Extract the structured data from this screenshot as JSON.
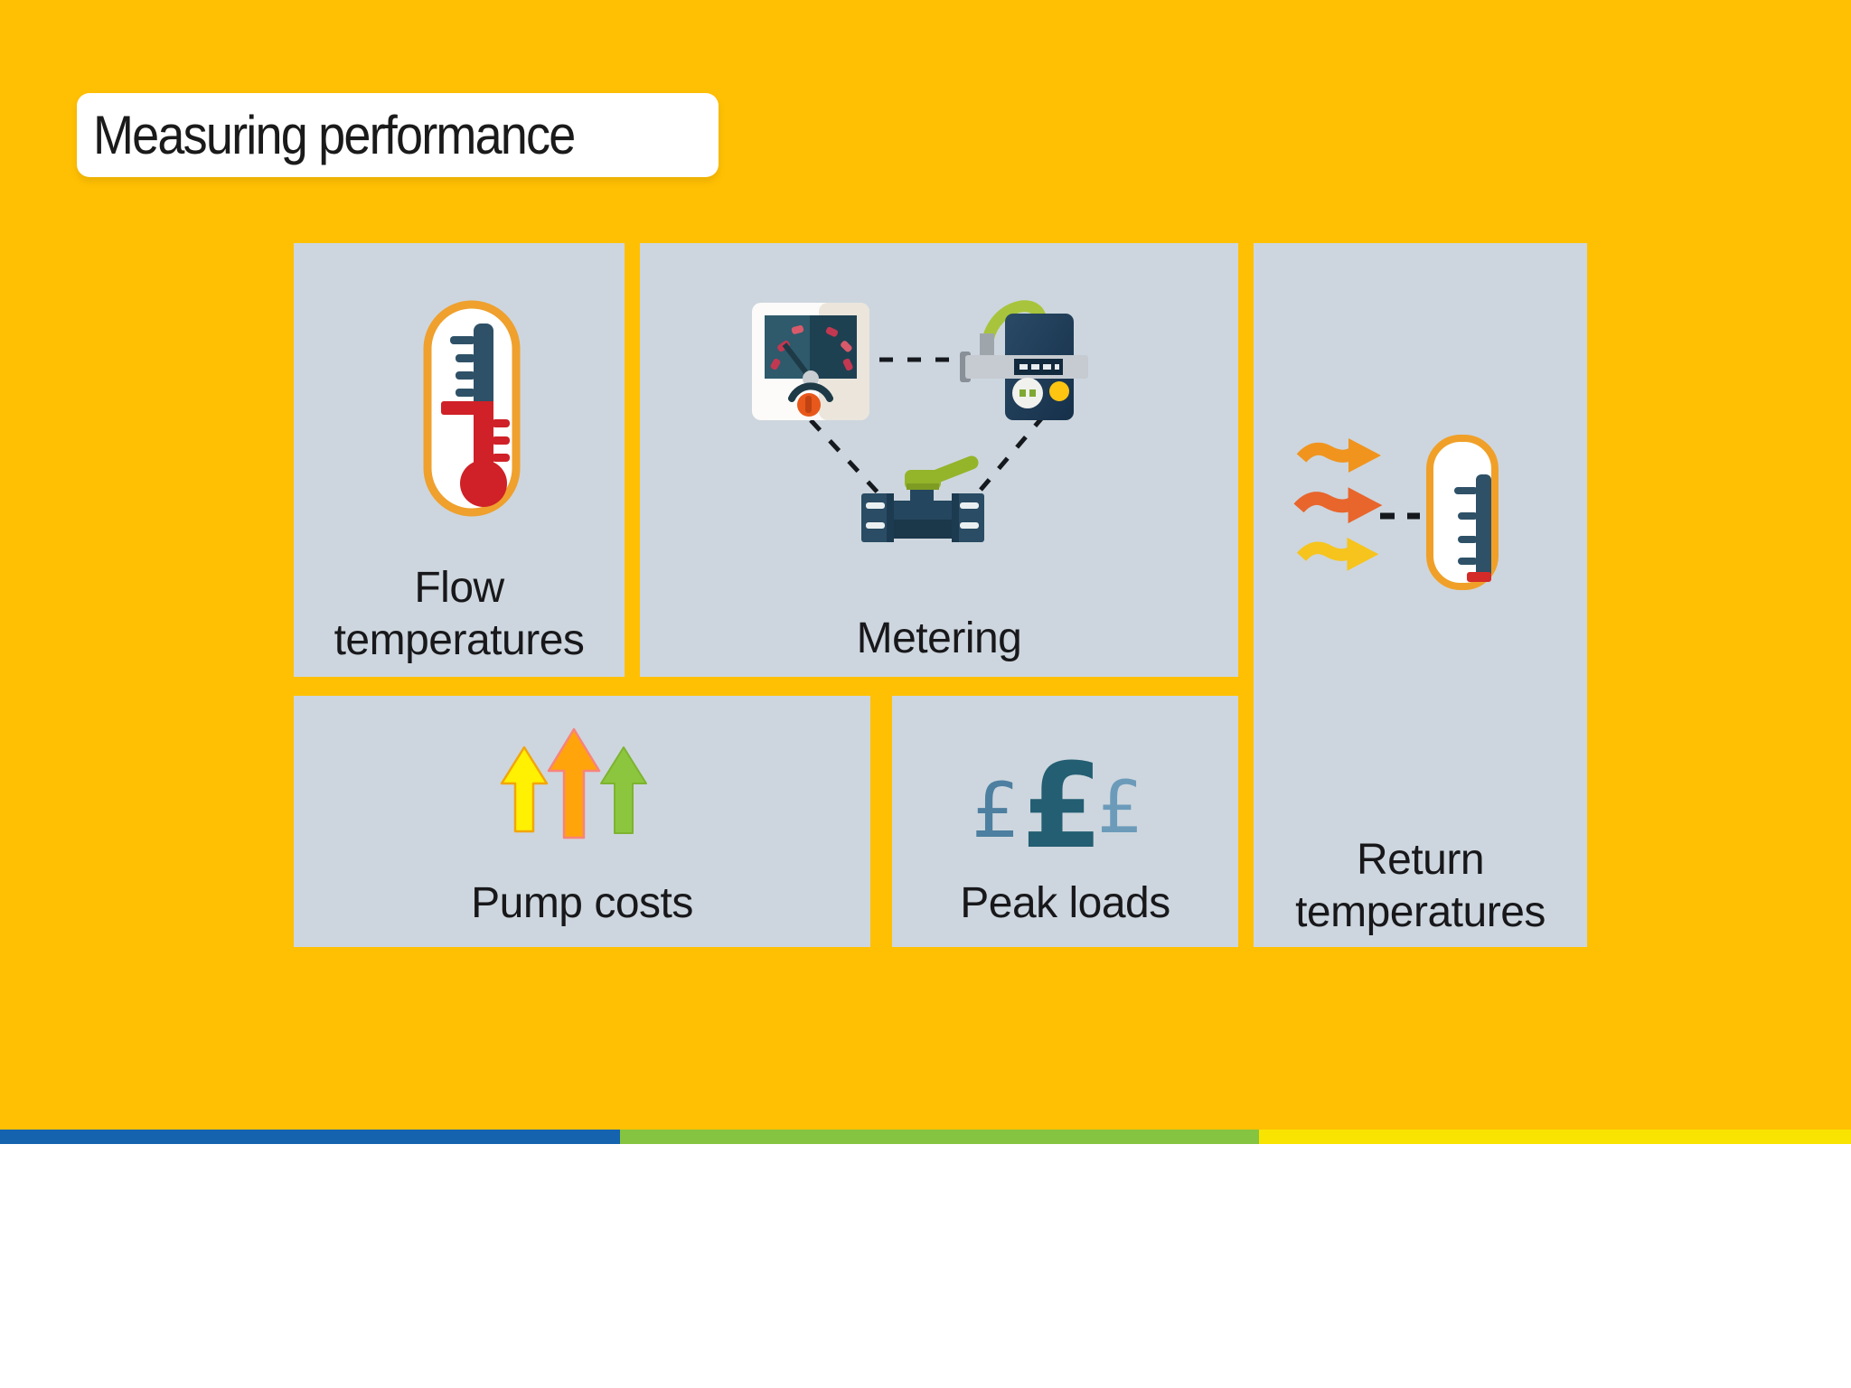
{
  "colors": {
    "background": "#FFC003",
    "tile_bg": "#CDD6DE",
    "title_text": "#1A1A1A",
    "label_text": "#18181B",
    "footer_blue": "#1563AF",
    "footer_green": "#85C441",
    "footer_yellow": "#F8E400"
  },
  "header": {
    "title": "Measuring performance"
  },
  "tiles": {
    "flow": {
      "label": "Flow temperatures",
      "icon": "flow-thermometer-icon"
    },
    "metering": {
      "label": "Metering",
      "icons": [
        "analog-meter-icon",
        "heat-meter-icon",
        "valve-icon"
      ]
    },
    "return": {
      "label": "Return temperatures",
      "icon": "heat-arrows-thermometer-icon"
    },
    "pump": {
      "label": "Pump costs",
      "icon": "rising-arrows-icon"
    },
    "peak": {
      "label": "Peak loads",
      "symbols": [
        "£",
        "£",
        "£"
      ]
    }
  },
  "footer": {
    "segment_colors": [
      "#1563AF",
      "#85C441",
      "#F8E400"
    ]
  }
}
